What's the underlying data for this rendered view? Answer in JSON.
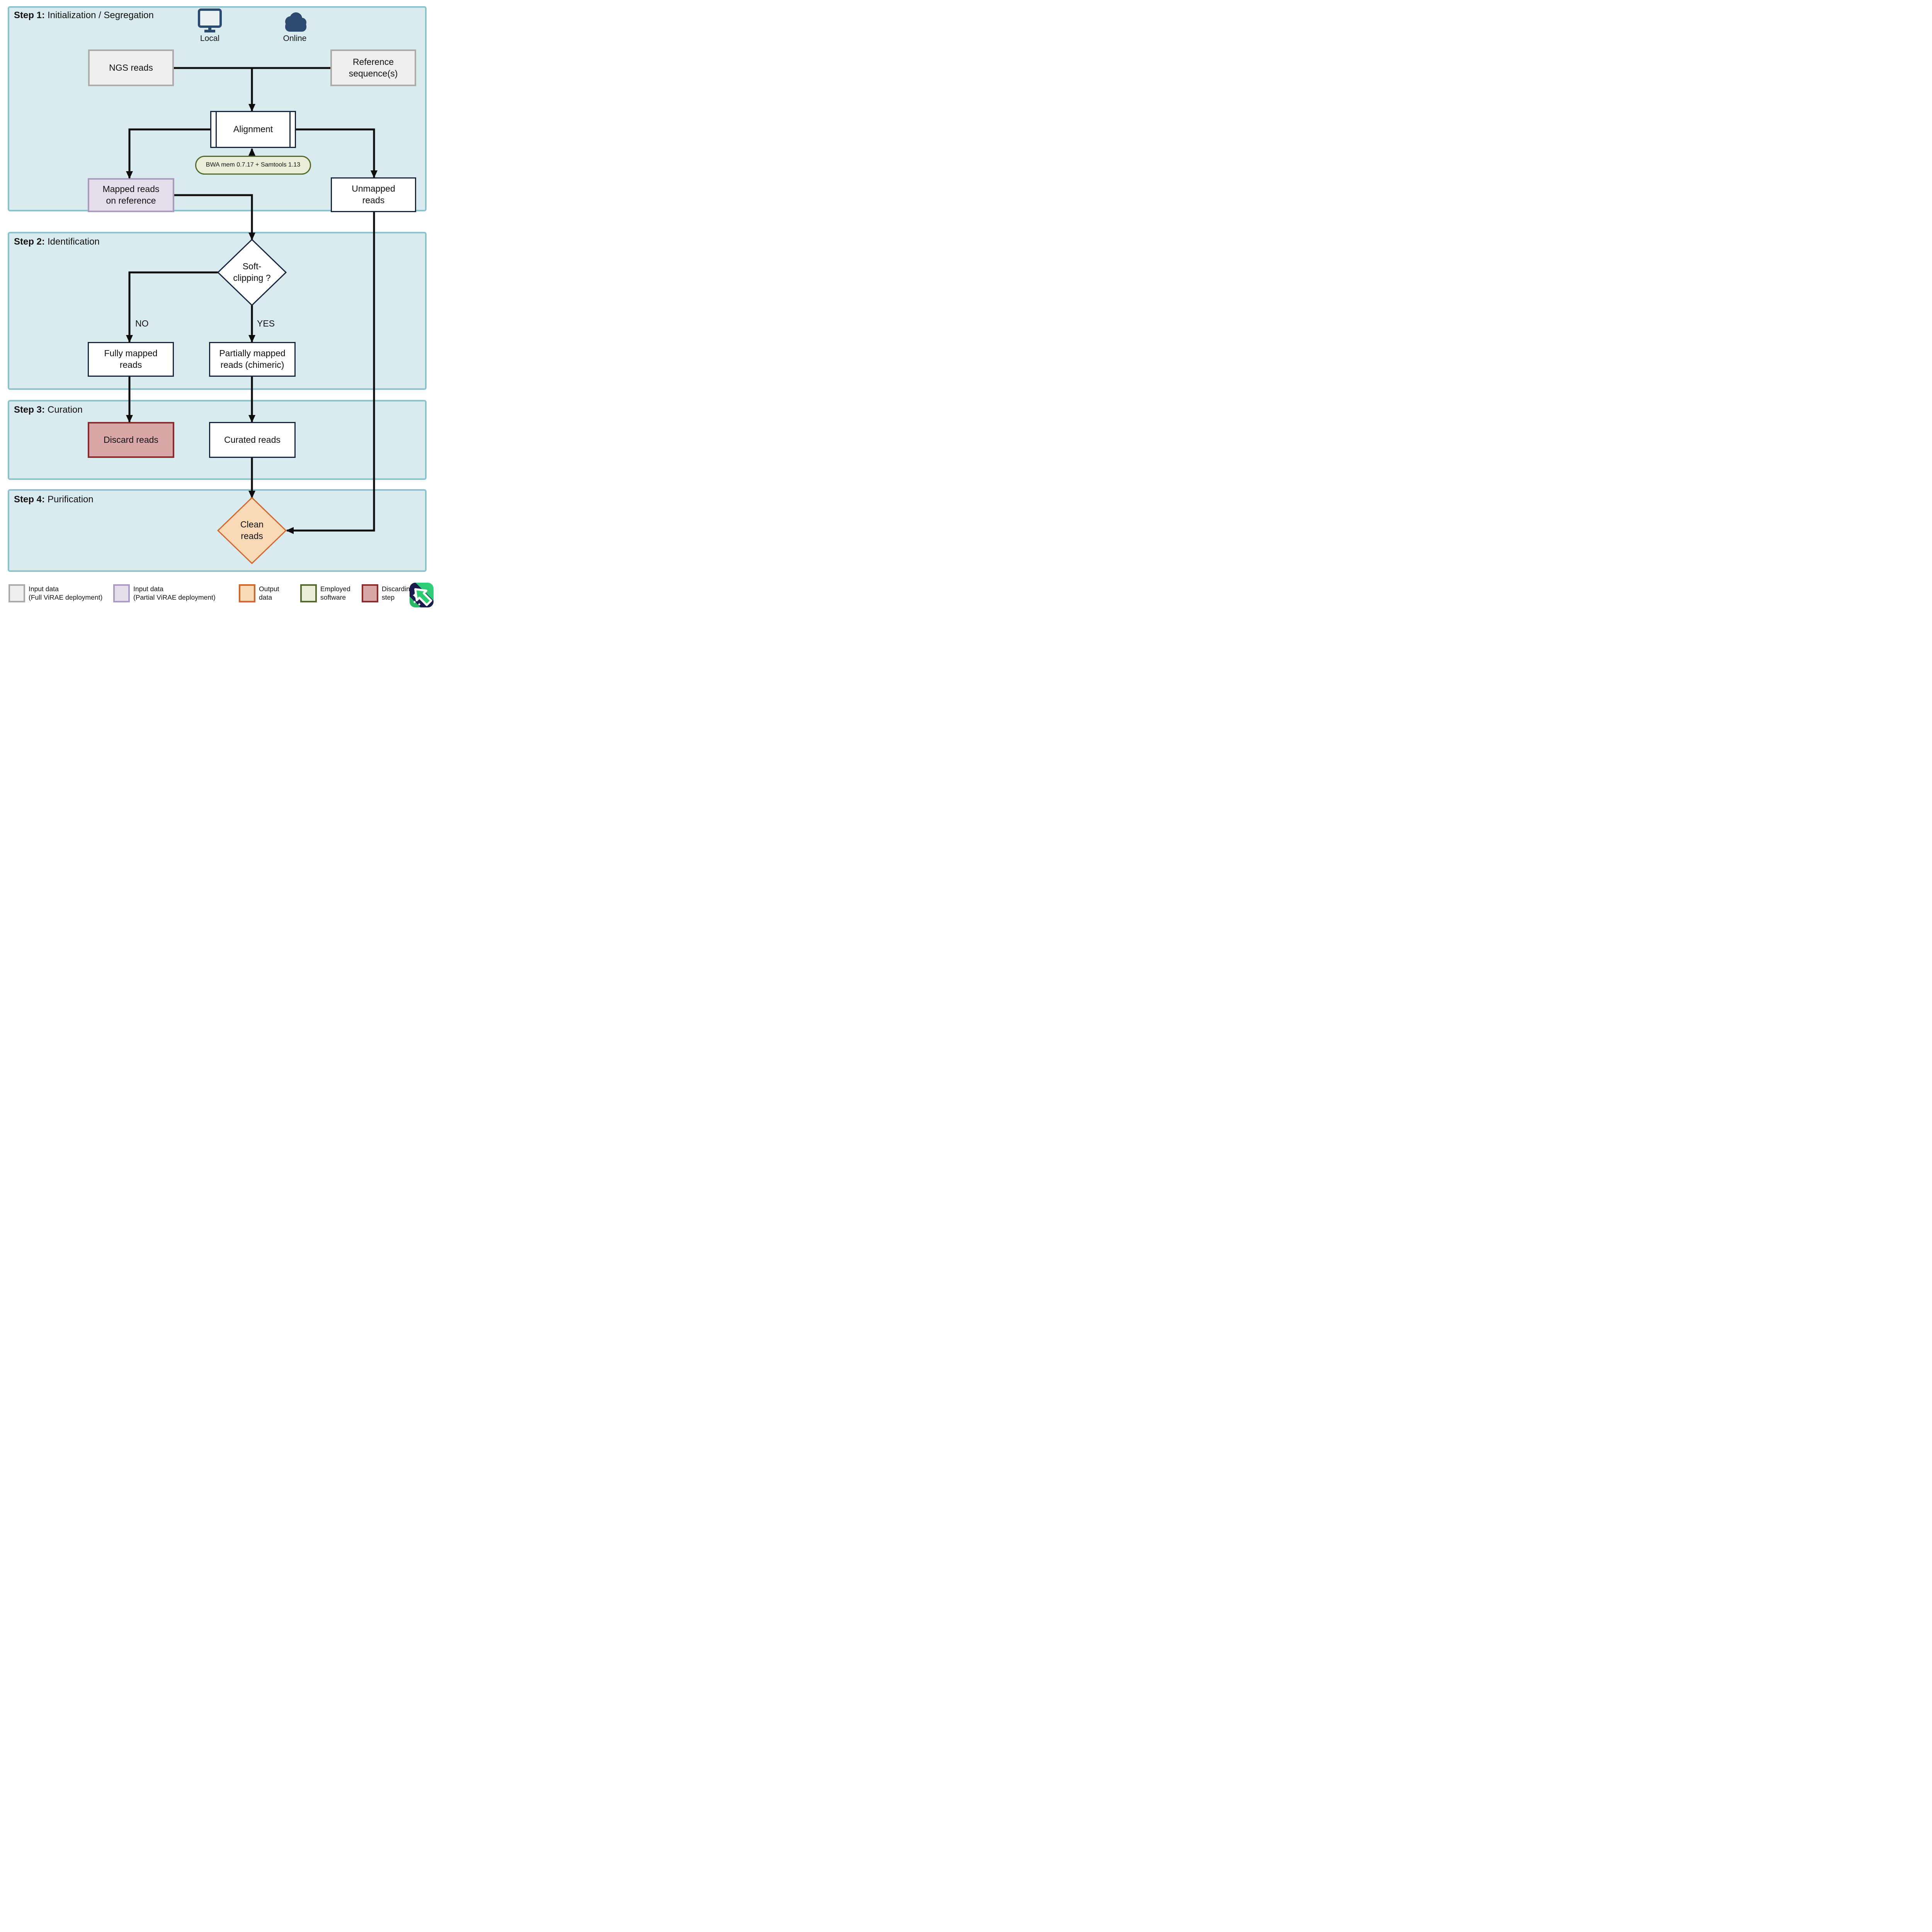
{
  "steps": [
    {
      "prefix": "Step 1:",
      "title": "Initialization / Segregation"
    },
    {
      "prefix": "Step 2:",
      "title": "Identification"
    },
    {
      "prefix": "Step 3:",
      "title": "Curation"
    },
    {
      "prefix": "Step 4:",
      "title": "Purification"
    }
  ],
  "sources": {
    "local": "Local",
    "online": "Online"
  },
  "nodes": {
    "ngs_reads": "NGS reads",
    "reference": "Reference sequence(s)",
    "alignment": "Alignment",
    "software_note": "BWA mem 0.7.17 + Samtools 1.13",
    "mapped_reads": "Mapped reads on reference",
    "unmapped_reads": "Unmapped reads",
    "soft_clipping": "Soft-clipping ?",
    "branch_no": "NO",
    "branch_yes": "YES",
    "fully_mapped": "Fully mapped reads",
    "partially_mapped": "Partially mapped reads (chimeric)",
    "discard_reads": "Discard reads",
    "curated_reads": "Curated reads",
    "clean_reads": "Clean reads"
  },
  "legend": [
    {
      "label": "Input data\n(Full ViRAE deployment)",
      "fill": "#f0efed",
      "border": "#a9a9a9"
    },
    {
      "label": "Input data\n(Partial ViRAE deployment)",
      "fill": "#e6dfeb",
      "border": "#a99bc1"
    },
    {
      "label": "Output\ndata",
      "fill": "#f9d9b6",
      "border": "#d2672e"
    },
    {
      "label": "Employed\nsoftware",
      "fill": "#e9eed9",
      "border": "#55682c"
    },
    {
      "label": "Discarding\nstep",
      "fill": "#d9a7a7",
      "border": "#8c2b2b"
    }
  ],
  "colors": {
    "panel_bg": "#d9ebee",
    "panel_border": "#8cc2cc",
    "navy_border": "#16243c",
    "line": "#0d0d0d",
    "icon_navy": "#2c4a70",
    "orange_fill": "#f9d9b6",
    "orange_border": "#d2672e",
    "green_fill": "#e9eed9",
    "green_border": "#55682c",
    "red_fill": "#d9a7a7",
    "red_border": "#8c2b2b",
    "lavender_fill": "#e6dfeb",
    "lavender_border": "#a99bc1"
  }
}
